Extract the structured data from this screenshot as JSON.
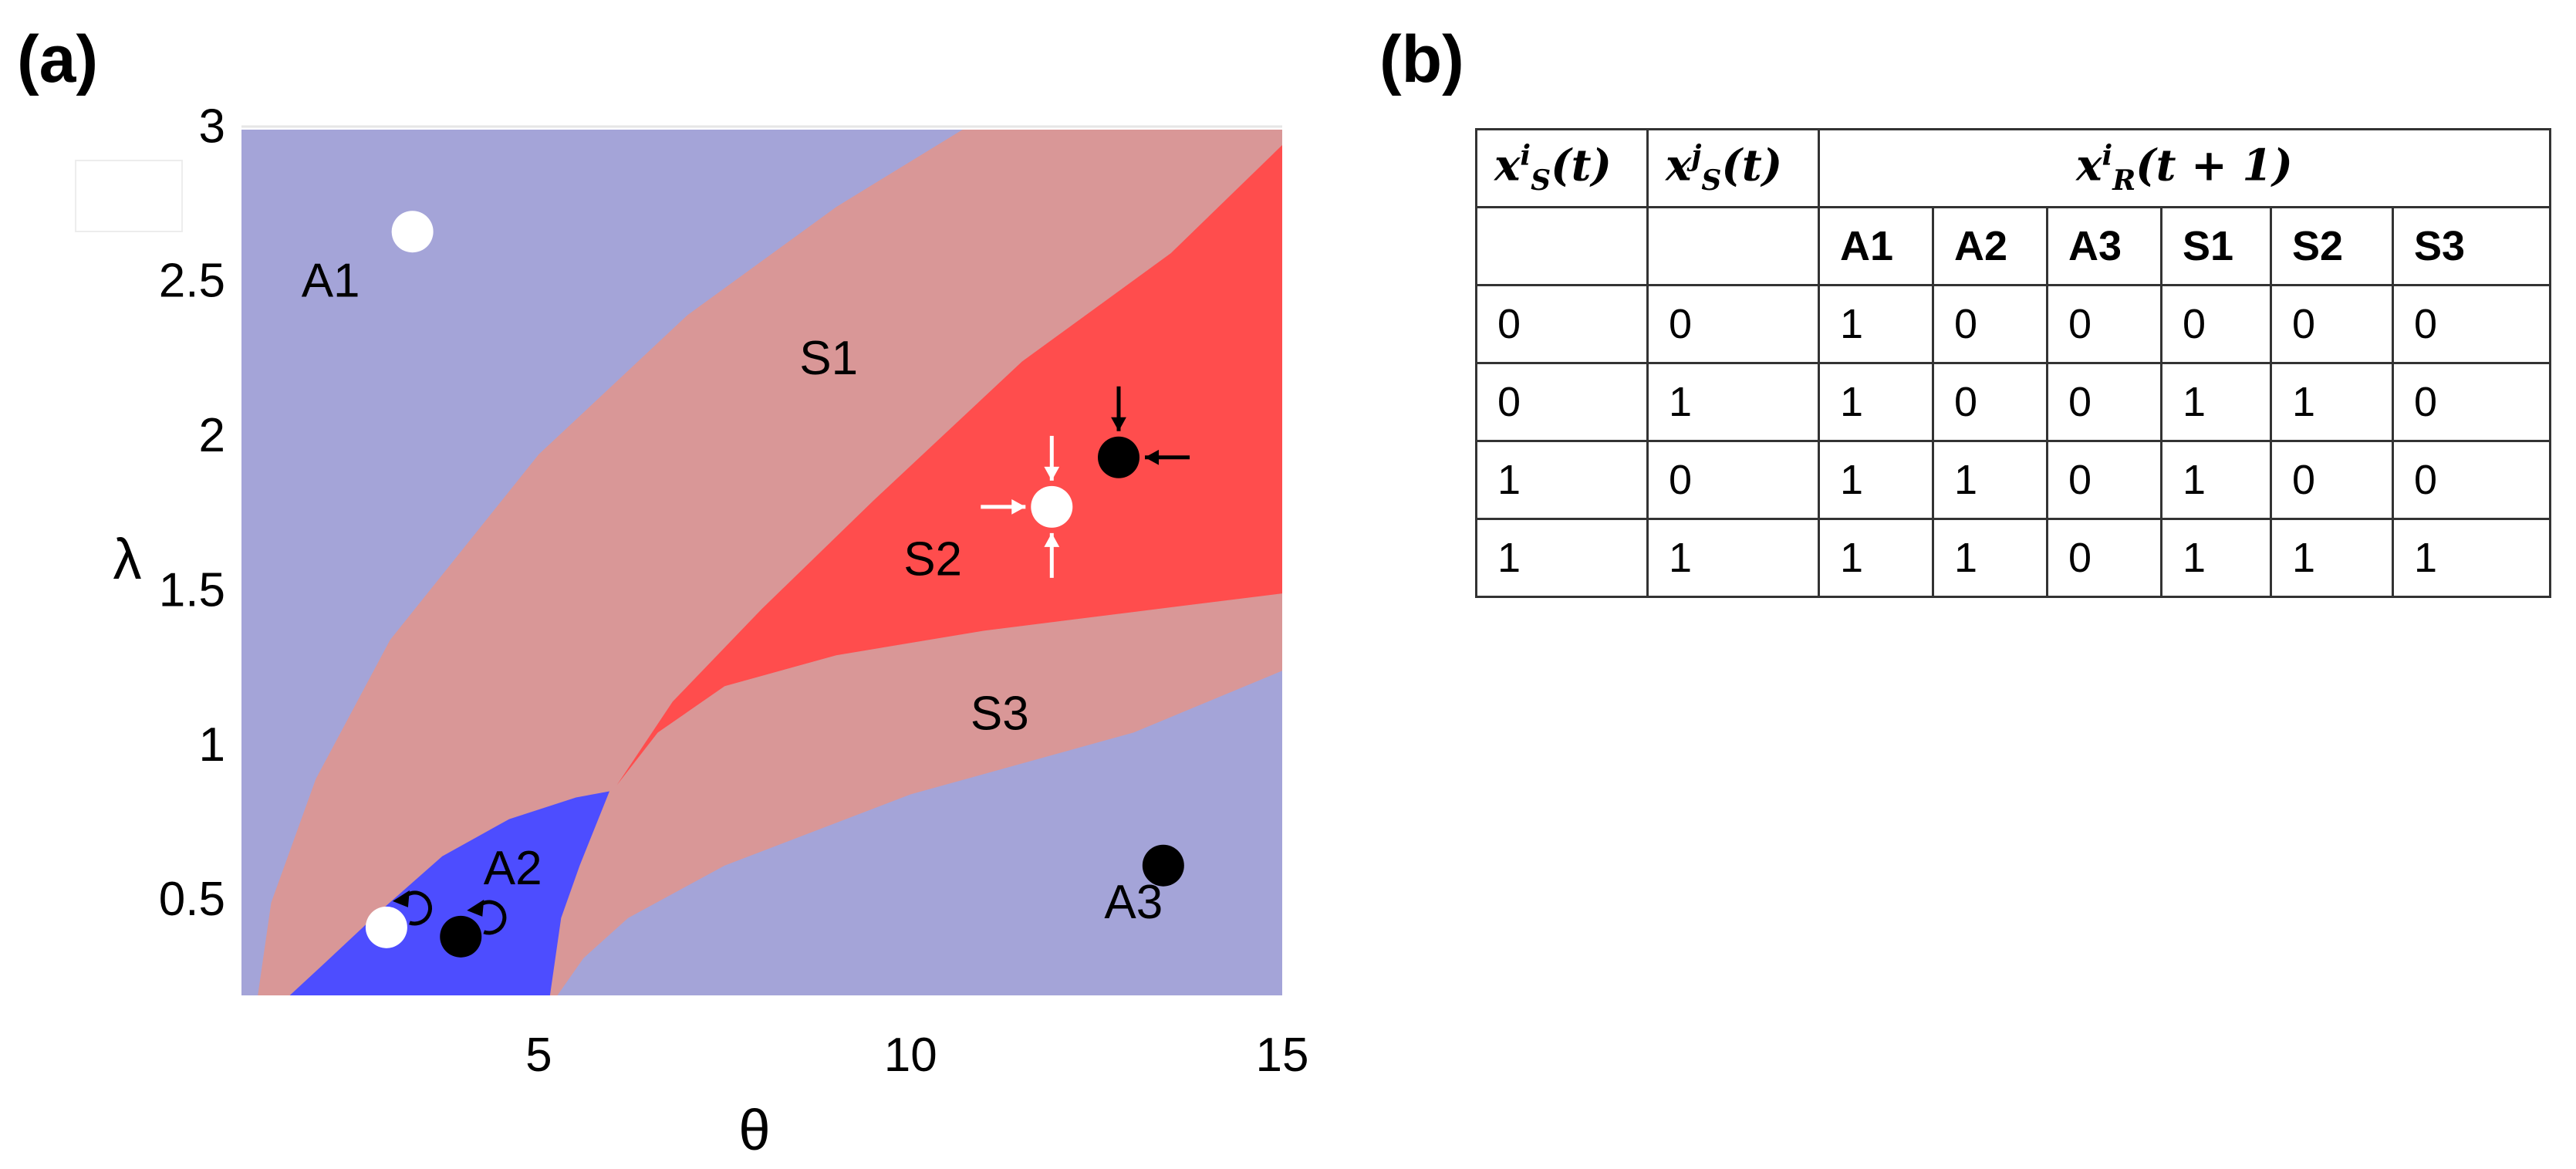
{
  "panels": {
    "a": "(a)",
    "b": "(b)"
  },
  "chart_data": {
    "type": "heatmap",
    "xlabel": "θ",
    "ylabel": "λ",
    "xlim": [
      1,
      15
    ],
    "ylim": [
      0.2,
      3
    ],
    "x_ticks": [
      "5",
      "10",
      "15"
    ],
    "y_ticks": [
      "0.5",
      "1",
      "1.5",
      "2",
      "2.5",
      "3"
    ],
    "regions": [
      {
        "name": "A1",
        "color": "#a4a4d8"
      },
      {
        "name": "S1",
        "color": "#d99797"
      },
      {
        "name": "S2",
        "color": "#ff4d4d"
      },
      {
        "name": "S3",
        "color": "#d99797"
      },
      {
        "name": "A2",
        "color": "#4d4dff"
      },
      {
        "name": "A3",
        "color": "#a4a4d8"
      }
    ],
    "region_labels": [
      {
        "text": "A1",
        "x": 2.2,
        "y": 2.5
      },
      {
        "text": "S1",
        "x": 8.9,
        "y": 2.25
      },
      {
        "text": "S2",
        "x": 10.3,
        "y": 1.6
      },
      {
        "text": "S3",
        "x": 11.2,
        "y": 1.1
      },
      {
        "text": "A2",
        "x": 4.65,
        "y": 0.6
      },
      {
        "text": "A3",
        "x": 13.0,
        "y": 0.49
      }
    ],
    "markers": [
      {
        "x": 3.3,
        "y": 2.67,
        "fill": "white",
        "arrows": "none"
      },
      {
        "x": 12.8,
        "y": 1.94,
        "fill": "black",
        "arrows": "in"
      },
      {
        "x": 11.9,
        "y": 1.78,
        "fill": "white",
        "arrows": "in"
      },
      {
        "x": 13.4,
        "y": 0.62,
        "fill": "black",
        "arrows": "none"
      },
      {
        "x": 2.95,
        "y": 0.42,
        "fill": "white",
        "arrows": "loop"
      },
      {
        "x": 3.95,
        "y": 0.39,
        "fill": "black",
        "arrows": "loop"
      }
    ]
  },
  "table": {
    "head": {
      "col1_base": "x",
      "col1_sub": "S",
      "col1_sup": "i",
      "col1_arg": "(t)",
      "col2_base": "x",
      "col2_sub": "S",
      "col2_sup": "j",
      "col2_arg": "(t)",
      "col3_base": "x",
      "col3_sub": "R",
      "col3_sup": "i",
      "col3_arg": "(t + 1)"
    },
    "subheaders": [
      "A1",
      "A2",
      "A3",
      "S1",
      "S2",
      "S3"
    ],
    "rows": [
      [
        "0",
        "0",
        "1",
        "0",
        "0",
        "0",
        "0",
        "0"
      ],
      [
        "0",
        "1",
        "1",
        "0",
        "0",
        "1",
        "1",
        "0"
      ],
      [
        "1",
        "0",
        "1",
        "1",
        "0",
        "1",
        "0",
        "0"
      ],
      [
        "1",
        "1",
        "1",
        "1",
        "0",
        "1",
        "1",
        "1"
      ]
    ]
  }
}
